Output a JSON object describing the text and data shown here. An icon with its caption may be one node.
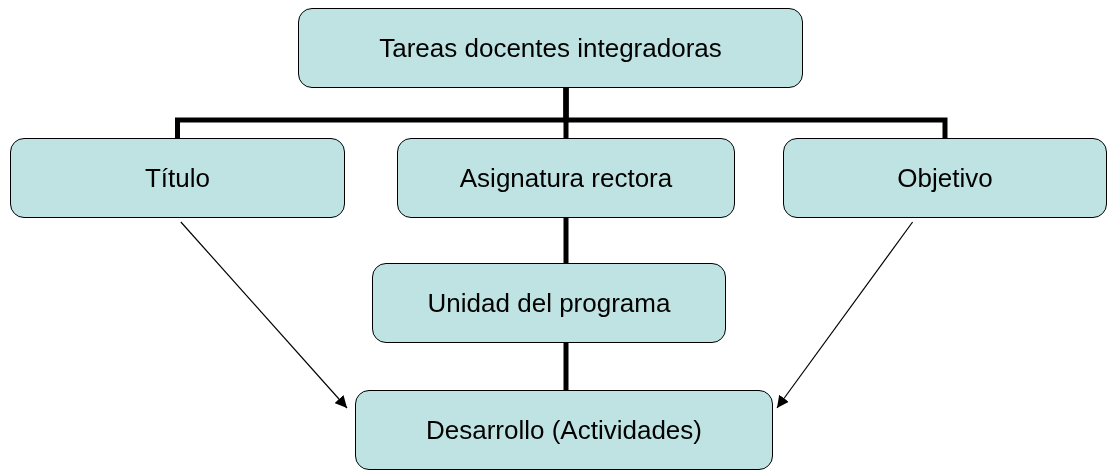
{
  "diagram": {
    "nodes": [
      {
        "text": [
          "Tareas docentes integradoras"
        ]
      },
      {
        "text": [
          "Título"
        ]
      },
      {
        "text": [
          "Asignatura rectora"
        ]
      },
      {
        "text": [
          "Objetivo"
        ]
      },
      {
        "text": [
          "Unidad del programa"
        ]
      },
      {
        "text": [
          "Desarrollo (Actividades)"
        ]
      }
    ],
    "edges": [
      {
        "from": 0,
        "to": 1,
        "arrow": "none"
      },
      {
        "from": 0,
        "to": 2,
        "arrow": "none"
      },
      {
        "from": 0,
        "to": 3,
        "arrow": "none"
      },
      {
        "from": 2,
        "to": 4,
        "arrow": "none"
      },
      {
        "from": 4,
        "to": 5,
        "arrow": "none"
      },
      {
        "from": 1,
        "to": 5,
        "arrow": "to"
      },
      {
        "from": 3,
        "to": 5,
        "arrow": "to"
      }
    ]
  }
}
